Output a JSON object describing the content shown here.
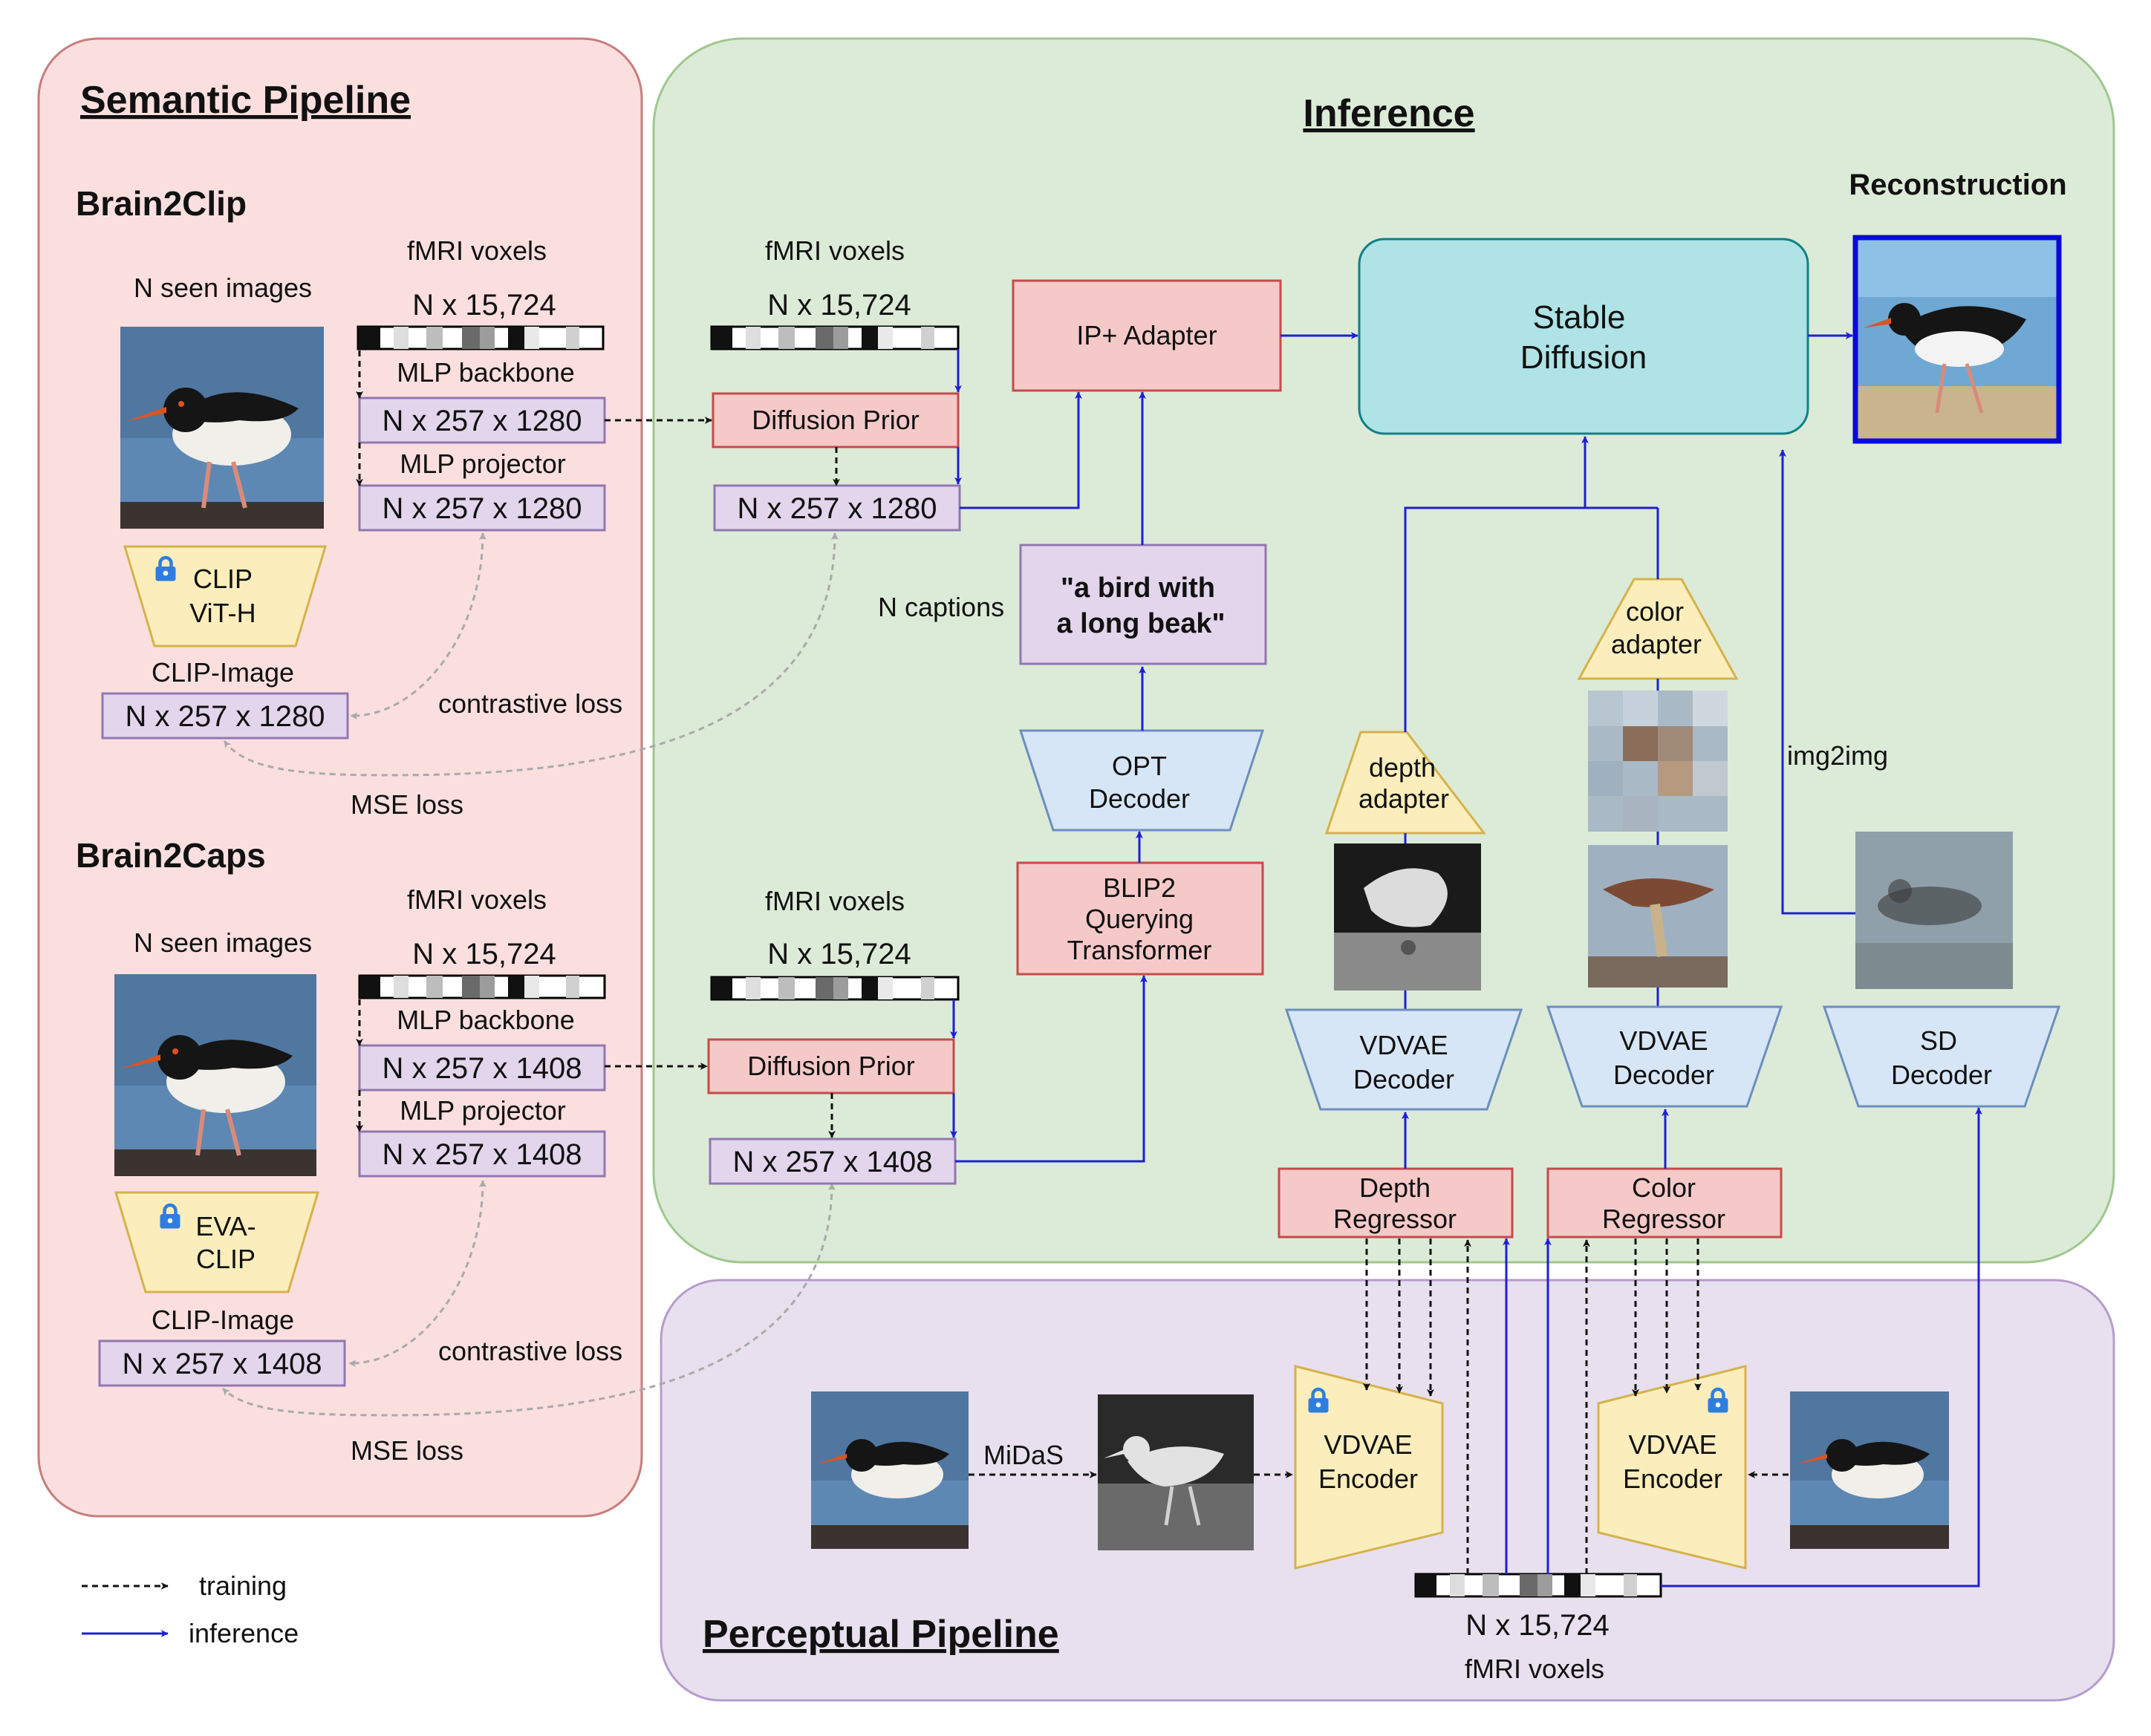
{
  "panels": {
    "semantic_title": "Semantic Pipeline",
    "inference_title": "Inference",
    "perceptual_title": "Perceptual Pipeline"
  },
  "brain2clip": {
    "title": "Brain2Clip",
    "seen_images": "N seen images",
    "voxels_label": "fMRI voxels",
    "voxels_dim": "N x 15,724",
    "backbone_label": "MLP backbone",
    "backbone_dim": "N x 257 x 1280",
    "projector_label": "MLP projector",
    "projector_dim": "N x 257 x 1280",
    "encoder_line1": "CLIP",
    "encoder_line2": "ViT-H",
    "clip_image_label": "CLIP-Image",
    "clip_image_dim": "N x 257 x 1280",
    "contrastive_loss": "contrastive loss",
    "mse_loss": "MSE loss"
  },
  "brain2caps": {
    "title": "Brain2Caps",
    "seen_images": "N seen images",
    "voxels_label": "fMRI voxels",
    "voxels_dim": "N x 15,724",
    "backbone_label": "MLP backbone",
    "backbone_dim": "N x 257 x 1408",
    "projector_label": "MLP projector",
    "projector_dim": "N x 257 x 1408",
    "encoder_line1": "EVA-",
    "encoder_line2": "CLIP",
    "clip_image_label": "CLIP-Image",
    "clip_image_dim": "N x 257 x 1408",
    "contrastive_loss": "contrastive loss",
    "mse_loss": "MSE loss"
  },
  "inference": {
    "voxels_label_top": "fMRI voxels",
    "voxels_dim_top": "N x 15,724",
    "diffusion_prior_top": "Diffusion Prior",
    "prior_out_top": "N x 257 x 1280",
    "ip_adapter": "IP+ Adapter",
    "stable_diffusion_line1": "Stable",
    "stable_diffusion_line2": "Diffusion",
    "reconstruction": "Reconstruction",
    "n_captions": "N captions",
    "caption_line1": "\"a bird with",
    "caption_line2": "a long beak\"",
    "opt_line1": "OPT",
    "opt_line2": "Decoder",
    "blip_line1": "BLIP2",
    "blip_line2": "Querying",
    "blip_line3": "Transformer",
    "voxels_label_bottom": "fMRI voxels",
    "voxels_dim_bottom": "N x 15,724",
    "diffusion_prior_bottom": "Diffusion Prior",
    "prior_out_bottom": "N x 257 x 1408",
    "depth_adapter_line1": "depth",
    "depth_adapter_line2": "adapter",
    "color_adapter_line1": "color",
    "color_adapter_line2": "adapter",
    "img2img": "img2img",
    "vdvae_dec_line1": "VDVAE",
    "vdvae_dec_line2": "Decoder",
    "sd_dec_line1": "SD",
    "sd_dec_line2": "Decoder",
    "depth_reg_line1": "Depth",
    "depth_reg_line2": "Regressor",
    "color_reg_line1": "Color",
    "color_reg_line2": "Regressor"
  },
  "perceptual": {
    "midas": "MiDaS",
    "vdvae_enc_line1": "VDVAE",
    "vdvae_enc_line2": "Encoder",
    "voxels_dim": "N x 15,724",
    "voxels_label": "fMRI voxels"
  },
  "legend": {
    "training": "training",
    "inference": "inference"
  },
  "colors": {
    "semantic_bg": "#fbdfdf",
    "semantic_border": "#c97c7c",
    "inference_bg": "#dcebd7",
    "inference_border": "#9fc78f",
    "perceptual_bg": "#e8e0ee",
    "perceptual_border": "#b59ccb",
    "purple_box": "#e3d5ec",
    "purple_border": "#9077b0",
    "red_box": "#f6c9c9",
    "red_border": "#c44b4b",
    "blue_trap": "#d7e6f7",
    "blue_trap_border": "#6c8ebf",
    "yellow_trap": "#fbeebc",
    "yellow_trap_border": "#d5b24c",
    "teal_box": "#b0e3e6",
    "teal_border": "#0e8088",
    "inference_arrow": "#1f1fd6",
    "training_arrow": "#111111",
    "loss_arrow": "#aaaaaa"
  }
}
